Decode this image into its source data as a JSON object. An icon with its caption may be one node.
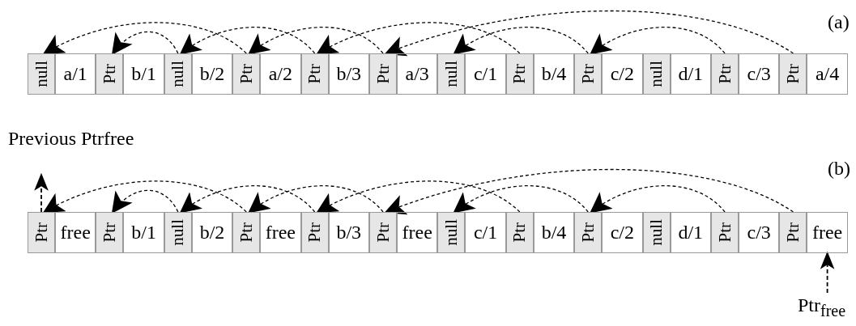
{
  "diagram": {
    "nodes": [
      {
        "text": [
          "null"
        ]
      },
      {
        "text": [
          "a/1"
        ]
      },
      {
        "text": [
          "Ptr"
        ]
      },
      {
        "text": [
          "b/1"
        ]
      },
      {
        "text": [
          "null"
        ]
      },
      {
        "text": [
          "b/2"
        ]
      },
      {
        "text": [
          "Ptr"
        ]
      },
      {
        "text": [
          "a/2"
        ]
      },
      {
        "text": [
          "Ptr"
        ]
      },
      {
        "text": [
          "b/3"
        ]
      },
      {
        "text": [
          "Ptr"
        ]
      },
      {
        "text": [
          "a/3"
        ]
      },
      {
        "text": [
          "null"
        ]
      },
      {
        "text": [
          "c/1"
        ]
      },
      {
        "text": [
          "Ptr"
        ]
      },
      {
        "text": [
          "b/4"
        ]
      },
      {
        "text": [
          "Ptr"
        ]
      },
      {
        "text": [
          "c/2"
        ]
      },
      {
        "text": [
          "null"
        ]
      },
      {
        "text": [
          "d/1"
        ]
      },
      {
        "text": [
          "Ptr"
        ]
      },
      {
        "text": [
          "c/3"
        ]
      },
      {
        "text": [
          "Ptr"
        ]
      },
      {
        "text": [
          "a/4"
        ]
      },
      {
        "text": [
          "Ptr"
        ]
      },
      {
        "text": [
          "free"
        ]
      },
      {
        "text": [
          "Ptr"
        ]
      },
      {
        "text": [
          "b/1"
        ]
      },
      {
        "text": [
          "null"
        ]
      },
      {
        "text": [
          "b/2"
        ]
      },
      {
        "text": [
          "Ptr"
        ]
      },
      {
        "text": [
          "free"
        ]
      },
      {
        "text": [
          "Ptr"
        ]
      },
      {
        "text": [
          "b/3"
        ]
      },
      {
        "text": [
          "Ptr"
        ]
      },
      {
        "text": [
          "free"
        ]
      },
      {
        "text": [
          "null"
        ]
      },
      {
        "text": [
          "c/1"
        ]
      },
      {
        "text": [
          "Ptr"
        ]
      },
      {
        "text": [
          "b/4"
        ]
      },
      {
        "text": [
          "Ptr"
        ]
      },
      {
        "text": [
          "c/2"
        ]
      },
      {
        "text": [
          "null"
        ]
      },
      {
        "text": [
          "d/1"
        ]
      },
      {
        "text": [
          "Ptr"
        ]
      },
      {
        "text": [
          "c/3"
        ]
      },
      {
        "text": [
          "Ptr"
        ]
      },
      {
        "text": [
          "free"
        ]
      },
      {
        "text": [
          "Previous Ptrfree"
        ]
      },
      {
        "text": [
          "Ptr$_{free}$"
        ]
      }
    ],
    "edges": [
      {
        "from": 4,
        "to": 2,
        "arrow": "to"
      },
      {
        "from": 6,
        "to": 0,
        "arrow": "to"
      },
      {
        "from": 8,
        "to": 4,
        "arrow": "to"
      },
      {
        "from": 10,
        "to": 6,
        "arrow": "to"
      },
      {
        "from": 14,
        "to": 8,
        "arrow": "to"
      },
      {
        "from": 16,
        "to": 12,
        "arrow": "to"
      },
      {
        "from": 20,
        "to": 16,
        "arrow": "to"
      },
      {
        "from": 22,
        "to": 10,
        "arrow": "to"
      },
      {
        "from": 24,
        "to": 48,
        "arrow": "to"
      },
      {
        "from": 28,
        "to": 26,
        "arrow": "to"
      },
      {
        "from": 30,
        "to": 24,
        "arrow": "to"
      },
      {
        "from": 32,
        "to": 28,
        "arrow": "to"
      },
      {
        "from": 34,
        "to": 30,
        "arrow": "to"
      },
      {
        "from": 38,
        "to": 32,
        "arrow": "to"
      },
      {
        "from": 40,
        "to": 36,
        "arrow": "to"
      },
      {
        "from": 44,
        "to": 40,
        "arrow": "to"
      },
      {
        "from": 46,
        "to": 34,
        "arrow": "to"
      },
      {
        "from": 49,
        "to": 47,
        "arrow": "to"
      }
    ],
    "labels": [
      "(a)",
      "(b)"
    ]
  }
}
